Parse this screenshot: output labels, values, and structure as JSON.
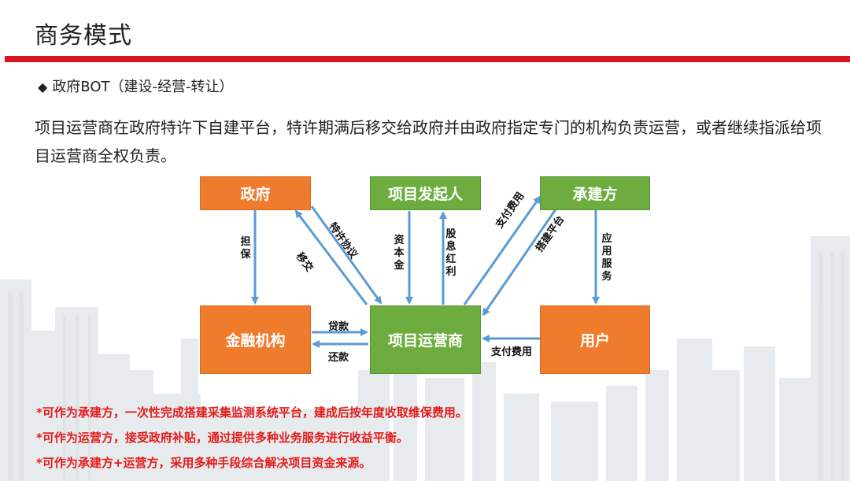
{
  "slide": {
    "title": "商务模式",
    "subtitle": "政府BOT（建设-经营-转让）",
    "subtitle_bullet": "◆",
    "body": "项目运营商在政府特许下自建平台，特许期满后移交给政府并由政府指定专门的机构负责运营，或者继续指派给项目运营商全权负责。",
    "accent_color": "#d7171f"
  },
  "diagram": {
    "nodes": {
      "gov": "政府",
      "initiator": "项目发起人",
      "builder": "承建方",
      "finance": "金融机构",
      "operator": "项目运营商",
      "user": "用户"
    },
    "edges": {
      "guarantee": "担保",
      "transfer": "移交",
      "concession": "特许协议",
      "capital": "资本金",
      "dividend": "股息红利",
      "pay_fee": "支付费用",
      "build_platform": "搭建平台",
      "app_service": "应用服务",
      "loan": "贷款",
      "repay": "还款",
      "user_pay": "支付费用"
    },
    "colors": {
      "orange": "#ef7b2d",
      "green": "#6dad3f",
      "arrow": "#5b9bd5"
    }
  },
  "notes": [
    "*可作为承建方，一次性完成搭建采集监测系统平台，建成后按年度收取维保费用。",
    "*可作为运营方，接受政府补贴，通过提供多种业务服务进行收益平衡。",
    "*可作为承建方+运营方，采用多种手段综合解决项目资金来源。"
  ]
}
